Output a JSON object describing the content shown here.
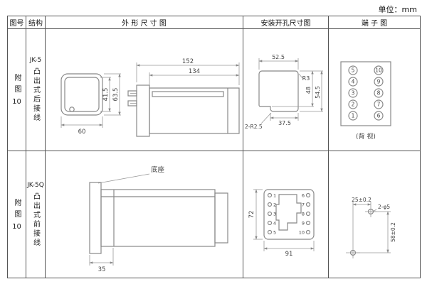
{
  "unit_label": "单位：mm",
  "headers": {
    "fig_no": "图号",
    "structure": "结构",
    "outline": "外 形 尺 寸 图",
    "mounting": "安装开孔尺寸图",
    "terminal": "端 子 图"
  },
  "row1": {
    "fig_label": "附图",
    "fig_num": "10",
    "model": "JK-5",
    "structure_desc": "凸出式后接线",
    "outline": {
      "d152": "152",
      "d134": "134",
      "d41_5": "41.5",
      "d63_5": "63.5",
      "d60": "60"
    },
    "mounting": {
      "d52_5": "52.5",
      "r3": "R3",
      "d48": "48",
      "d54_5": "54.5",
      "d37_5": "37.5",
      "r2_5": "2-R2.5"
    },
    "terminal": {
      "left": [
        "5",
        "4",
        "3",
        "2",
        "1"
      ],
      "right": [
        "10",
        "9",
        "8",
        "7",
        "6"
      ],
      "caption": "(背 视)"
    }
  },
  "row2": {
    "fig_label": "附图",
    "fig_num": "10",
    "model": "JK-5Q",
    "structure_desc": "凸出式前接线",
    "outline": {
      "base_label": "底座",
      "d35": "35"
    },
    "mounting": {
      "d72": "72",
      "d91": "91",
      "left": [
        "1",
        "2",
        "3",
        "4",
        "5"
      ],
      "right": [
        "6",
        "7",
        "8",
        "9",
        "10"
      ]
    },
    "drill": {
      "d25": "25±0.2",
      "phi": "2-φ5",
      "d58": "58±0.2"
    }
  }
}
